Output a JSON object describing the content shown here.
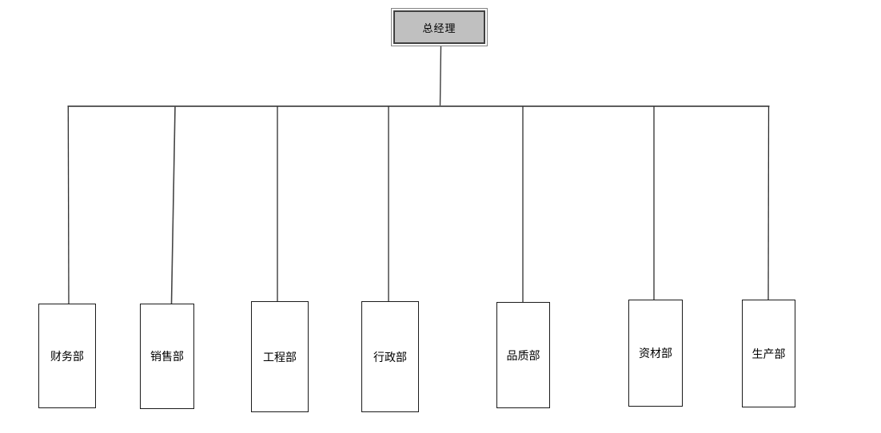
{
  "diagram": {
    "type": "org-chart",
    "root": {
      "id": "general-manager",
      "label": "总经理"
    },
    "departments": [
      {
        "id": "finance",
        "label": "财务部"
      },
      {
        "id": "sales",
        "label": "销售部"
      },
      {
        "id": "engineering",
        "label": "工程部"
      },
      {
        "id": "administration",
        "label": "行政部"
      },
      {
        "id": "quality",
        "label": "品质部"
      },
      {
        "id": "materials",
        "label": "资材部"
      },
      {
        "id": "production",
        "label": "生产部"
      }
    ],
    "edges": [
      {
        "from": "general-manager",
        "to": "finance"
      },
      {
        "from": "general-manager",
        "to": "sales"
      },
      {
        "from": "general-manager",
        "to": "engineering"
      },
      {
        "from": "general-manager",
        "to": "administration"
      },
      {
        "from": "general-manager",
        "to": "quality"
      },
      {
        "from": "general-manager",
        "to": "materials"
      },
      {
        "from": "general-manager",
        "to": "production"
      }
    ],
    "colors": {
      "background": "#ffffff",
      "root_fill": "#c0c0c0",
      "root_inner_border": "#404040",
      "root_outer_border": "#848484",
      "node_fill": "#ffffff",
      "node_border": "#1a1a1a",
      "connector_bus": "#5e5e5e",
      "connector_drop": "#2e2e2e"
    }
  }
}
